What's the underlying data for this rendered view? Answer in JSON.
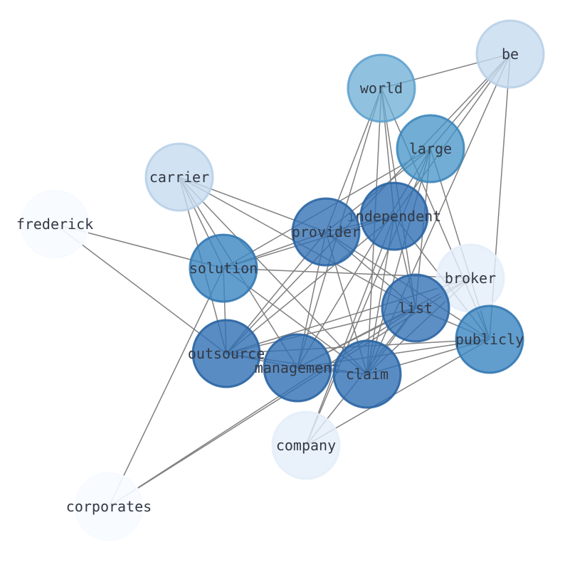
{
  "graph": {
    "nodes": [
      {
        "id": "be",
        "label": "be",
        "fill": "#c6dbef",
        "stroke": "#b8d0e8",
        "opacity": 0.8
      },
      {
        "id": "world",
        "label": "world",
        "fill": "#6baed6",
        "stroke": "#5a9fcc",
        "opacity": 0.75
      },
      {
        "id": "large",
        "label": "large",
        "fill": "#4292c6",
        "stroke": "#3a84b8",
        "opacity": 0.75
      },
      {
        "id": "carrier",
        "label": "carrier",
        "fill": "#c6dbef",
        "stroke": "#b8d0e8",
        "opacity": 0.8
      },
      {
        "id": "frederick",
        "label": "frederick",
        "fill": "#f7fbff",
        "stroke": "#f7fbff",
        "opacity": 0.9
      },
      {
        "id": "independent",
        "label": "independent",
        "fill": "#2f6fb3",
        "stroke": "#2a64a3",
        "opacity": 0.8
      },
      {
        "id": "provider",
        "label": "provider",
        "fill": "#2f6fb3",
        "stroke": "#2a64a3",
        "opacity": 0.78
      },
      {
        "id": "solution",
        "label": "solution",
        "fill": "#3a86c2",
        "stroke": "#3479b2",
        "opacity": 0.8
      },
      {
        "id": "broker",
        "label": "broker",
        "fill": "#e4eef9",
        "stroke": "#e4eef9",
        "opacity": 0.8
      },
      {
        "id": "list",
        "label": "list",
        "fill": "#2f6fb3",
        "stroke": "#2a64a3",
        "opacity": 0.78
      },
      {
        "id": "publicly",
        "label": "publicly",
        "fill": "#3a86c2",
        "stroke": "#3479b2",
        "opacity": 0.8
      },
      {
        "id": "outsource",
        "label": "outsource",
        "fill": "#2f6fb3",
        "stroke": "#2a64a3",
        "opacity": 0.8
      },
      {
        "id": "management",
        "label": "management",
        "fill": "#2f6fb3",
        "stroke": "#2a64a3",
        "opacity": 0.8
      },
      {
        "id": "claim",
        "label": "claim",
        "fill": "#2f6fb3",
        "stroke": "#2a64a3",
        "opacity": 0.8
      },
      {
        "id": "company",
        "label": "company",
        "fill": "#e4eef9",
        "stroke": "#e4eef9",
        "opacity": 0.8
      },
      {
        "id": "corporates",
        "label": "corporates",
        "fill": "#f7fbff",
        "stroke": "#f7fbff",
        "opacity": 0.9
      }
    ],
    "edges": [
      [
        "world",
        "be"
      ],
      [
        "world",
        "provider"
      ],
      [
        "world",
        "management"
      ],
      [
        "world",
        "list"
      ],
      [
        "world",
        "publicly"
      ],
      [
        "world",
        "claim"
      ],
      [
        "world",
        "independent"
      ],
      [
        "be",
        "large"
      ],
      [
        "be",
        "independent"
      ],
      [
        "be",
        "claim"
      ],
      [
        "be",
        "publicly"
      ],
      [
        "be",
        "outsource"
      ],
      [
        "large",
        "provider"
      ],
      [
        "large",
        "solution"
      ],
      [
        "large",
        "management"
      ],
      [
        "large",
        "claim"
      ],
      [
        "large",
        "list"
      ],
      [
        "large",
        "broker"
      ],
      [
        "large",
        "company"
      ],
      [
        "carrier",
        "provider"
      ],
      [
        "carrier",
        "solution"
      ],
      [
        "carrier",
        "outsource"
      ],
      [
        "carrier",
        "claim"
      ],
      [
        "carrier",
        "management"
      ],
      [
        "carrier",
        "list"
      ],
      [
        "frederick",
        "solution"
      ],
      [
        "frederick",
        "outsource"
      ],
      [
        "independent",
        "solution"
      ],
      [
        "independent",
        "provider"
      ],
      [
        "independent",
        "outsource"
      ],
      [
        "independent",
        "list"
      ],
      [
        "independent",
        "claim"
      ],
      [
        "independent",
        "publicly"
      ],
      [
        "independent",
        "company"
      ],
      [
        "provider",
        "solution"
      ],
      [
        "provider",
        "list"
      ],
      [
        "provider",
        "management"
      ],
      [
        "provider",
        "claim"
      ],
      [
        "provider",
        "publicly"
      ],
      [
        "provider",
        "outsource"
      ],
      [
        "solution",
        "broker"
      ],
      [
        "solution",
        "outsource"
      ],
      [
        "solution",
        "claim"
      ],
      [
        "solution",
        "corporates"
      ],
      [
        "broker",
        "outsource"
      ],
      [
        "broker",
        "management"
      ],
      [
        "broker",
        "claim"
      ],
      [
        "broker",
        "publicly"
      ],
      [
        "broker",
        "corporates"
      ],
      [
        "list",
        "management"
      ],
      [
        "list",
        "claim"
      ],
      [
        "list",
        "publicly"
      ],
      [
        "list",
        "company"
      ],
      [
        "list",
        "outsource"
      ],
      [
        "list",
        "corporates"
      ],
      [
        "outsource",
        "management"
      ],
      [
        "outsource",
        "claim"
      ],
      [
        "outsource",
        "publicly"
      ],
      [
        "management",
        "claim"
      ],
      [
        "management",
        "publicly"
      ],
      [
        "claim",
        "publicly"
      ],
      [
        "publicly",
        "company"
      ]
    ]
  }
}
